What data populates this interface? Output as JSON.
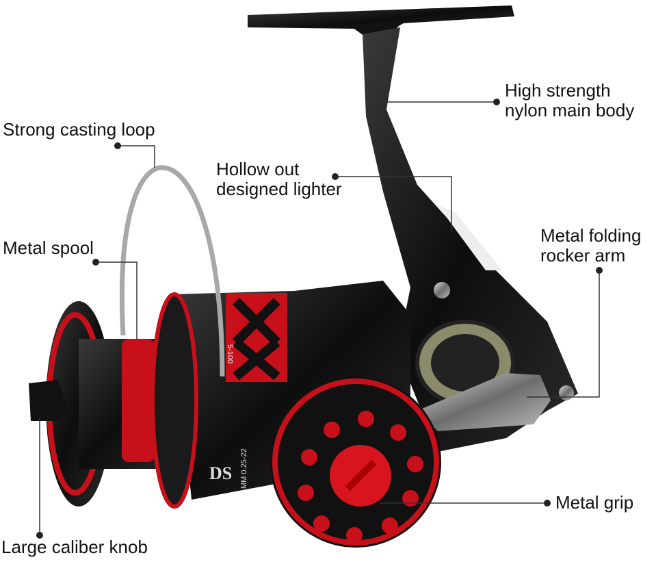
{
  "callouts": {
    "main_body": {
      "line1": "High strength",
      "line2": "nylon main body"
    },
    "casting_loop": {
      "line1": "Strong casting loop"
    },
    "hollow": {
      "line1": "Hollow out",
      "line2": "designed lighter"
    },
    "spool": {
      "line1": "Metal spool"
    },
    "rocker_arm": {
      "line1": "Metal folding",
      "line2": "rocker arm"
    },
    "grip": {
      "line1": "Metal grip"
    },
    "knob": {
      "line1": "Large caliber knob"
    }
  },
  "product_markings": {
    "brand": "DS",
    "spec1": "5-100",
    "spec2": "MM 0.25-22"
  },
  "colors": {
    "body": "#141414",
    "accent_red": "#c8101a",
    "leader_line": "#333333",
    "chrome": "#8a8a8a"
  }
}
